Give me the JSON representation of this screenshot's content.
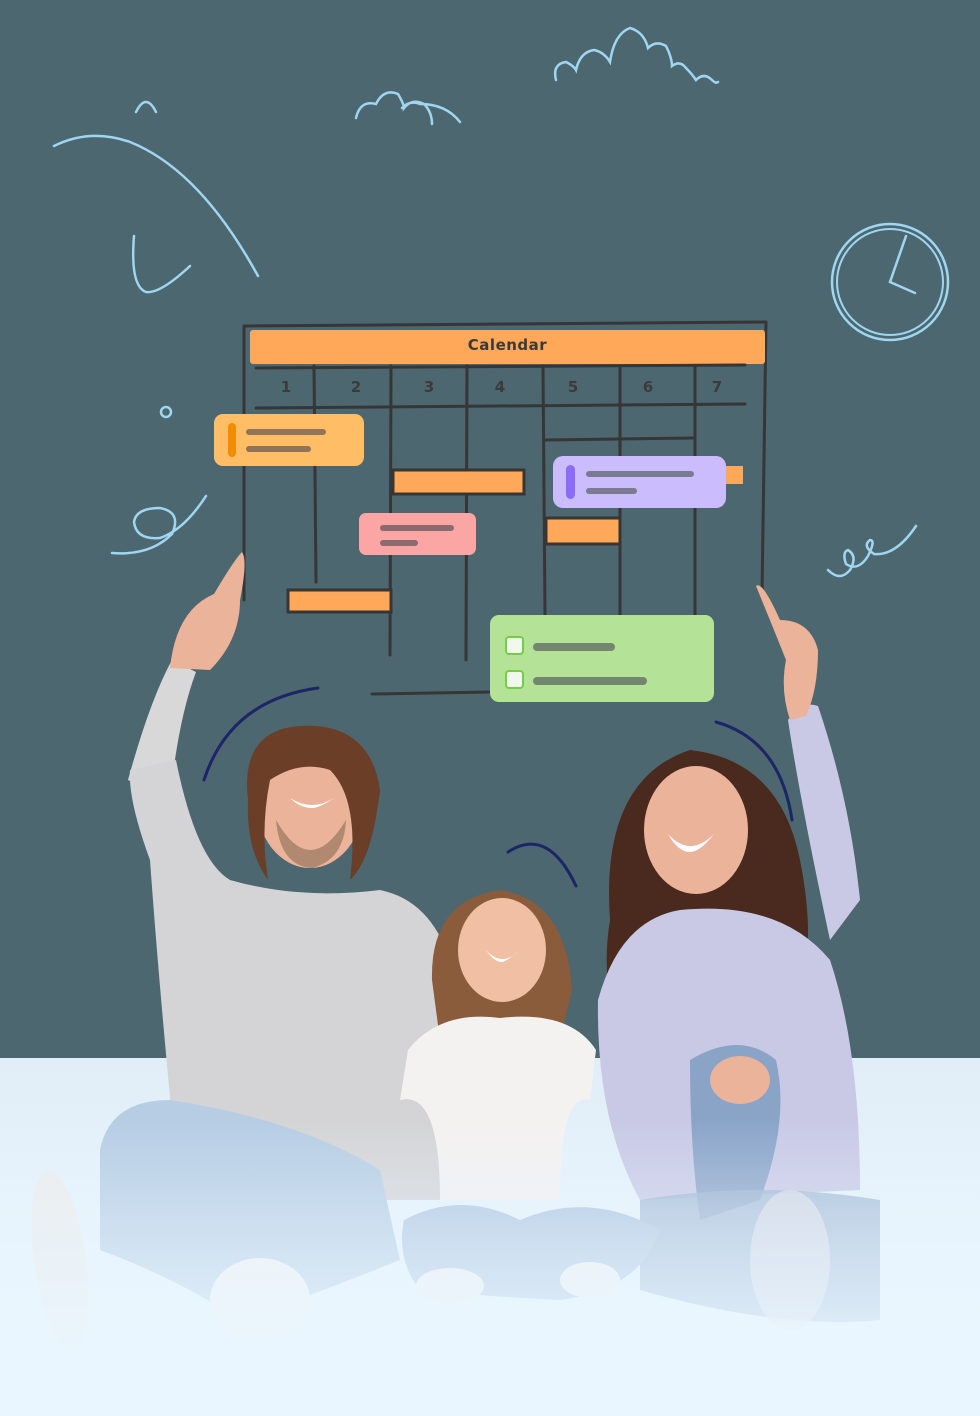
{
  "illustration": {
    "calendar": {
      "title": "Calendar",
      "days": [
        "1",
        "2",
        "3",
        "4",
        "5",
        "6",
        "7"
      ],
      "event_cards": [
        {
          "color": "#ffbe66",
          "accent": "#f28c00",
          "type": "note"
        },
        {
          "color": "#fca5a5",
          "accent": null,
          "type": "note"
        },
        {
          "color": "#cbbdfd",
          "accent": "#8b6cf7",
          "type": "note"
        },
        {
          "color": "#b4e398",
          "accent": "#74cd44",
          "type": "checklist",
          "items": 2
        }
      ],
      "bar_color": "#ffa85a"
    },
    "doodles": [
      "clock-icon",
      "cloud-icon",
      "cloud-icon",
      "swirl-icon",
      "swirl-icon",
      "arc-icon"
    ],
    "people": [
      "man-pointing",
      "girl-looking-up",
      "woman-pointing"
    ],
    "colors": {
      "background": "#4d6770",
      "floor": "#e9f6ff",
      "doodle_line": "#9fd6f0",
      "grid_line": "#333333",
      "motion_arc": "#1c2566"
    }
  }
}
